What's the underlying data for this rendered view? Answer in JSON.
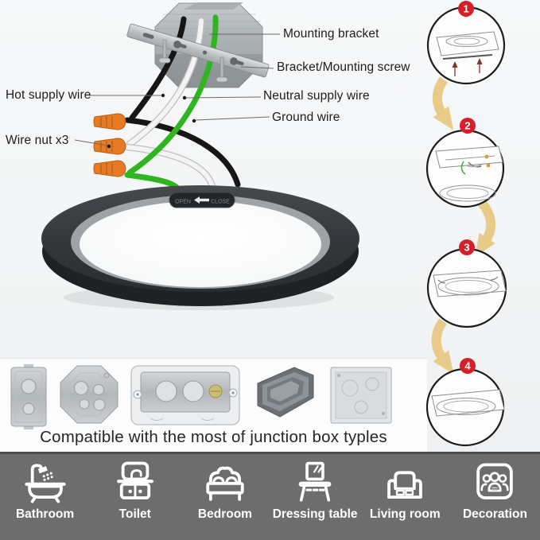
{
  "wiring_diagram": {
    "labels": {
      "mounting_bracket": "Mounting bracket",
      "bracket_mounting_screw": "Bracket/Mounting screw",
      "hot_supply_wire": "Hot supply wire",
      "neutral_supply_wire": "Neutral supply wire",
      "ground_wire": "Ground wire",
      "wire_nut": "Wire nut x3"
    },
    "fixture_marking": {
      "left": "OPEN",
      "right": "CLOSE"
    }
  },
  "installation_steps": [
    {
      "number": "1"
    },
    {
      "number": "2"
    },
    {
      "number": "3"
    },
    {
      "number": "4"
    }
  ],
  "compatibility_caption": "Compatible with the most of junction box typles",
  "rooms": [
    {
      "label": "Bathroom",
      "icon": "bathtub-icon"
    },
    {
      "label": "Toilet",
      "icon": "washstand-icon"
    },
    {
      "label": "Bedroom",
      "icon": "bed-icon"
    },
    {
      "label": "Dressing table",
      "icon": "dressing-table-icon"
    },
    {
      "label": "Living room",
      "icon": "sofa-icon"
    },
    {
      "label": "Decoration",
      "icon": "people-icon"
    }
  ],
  "colors": {
    "step_badge_red": "#d5202a",
    "arrow_tan": "#e8ca89",
    "wire_hot_black": "#161616",
    "wire_neutral_white": "#f4f4f4",
    "wire_ground_green": "#2eb520",
    "wire_nut_orange": "#e87a25",
    "fixture_ring_dark": "#34373a",
    "room_strip_gray": "#6d6d6d"
  }
}
